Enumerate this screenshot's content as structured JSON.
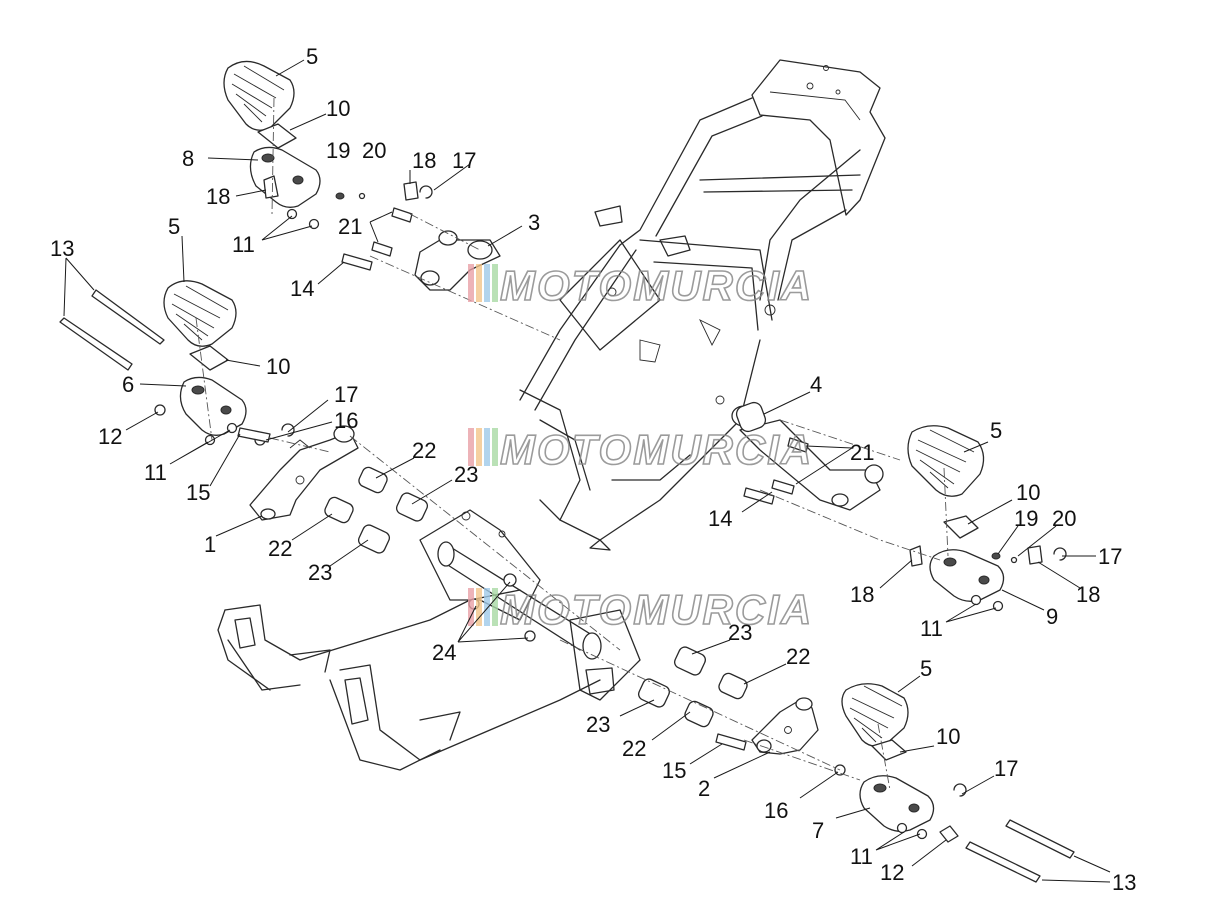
{
  "diagram": {
    "watermark": {
      "text": "MOTOMURCIA",
      "colors": [
        "#e9a0a6",
        "#f3c48a",
        "#9fc9e8",
        "#a9d9a4"
      ]
    },
    "callouts": [
      {
        "id": "c5a",
        "label": "5"
      },
      {
        "id": "c10a",
        "label": "10"
      },
      {
        "id": "c8",
        "label": "8"
      },
      {
        "id": "c19a",
        "label": "19"
      },
      {
        "id": "c20a",
        "label": "20"
      },
      {
        "id": "c18a",
        "label": "18"
      },
      {
        "id": "c17a",
        "label": "17"
      },
      {
        "id": "c18b",
        "label": "18"
      },
      {
        "id": "c11a",
        "label": "11"
      },
      {
        "id": "c21a",
        "label": "21"
      },
      {
        "id": "c3",
        "label": "3"
      },
      {
        "id": "c14a",
        "label": "14"
      },
      {
        "id": "c13a",
        "label": "13"
      },
      {
        "id": "c5b",
        "label": "5"
      },
      {
        "id": "c10b",
        "label": "10"
      },
      {
        "id": "c6",
        "label": "6"
      },
      {
        "id": "c17b",
        "label": "17"
      },
      {
        "id": "c16a",
        "label": "16"
      },
      {
        "id": "c12a",
        "label": "12"
      },
      {
        "id": "c11b",
        "label": "11"
      },
      {
        "id": "c15a",
        "label": "15"
      },
      {
        "id": "c22a",
        "label": "22"
      },
      {
        "id": "c23a",
        "label": "23"
      },
      {
        "id": "c1",
        "label": "1"
      },
      {
        "id": "c22b",
        "label": "22"
      },
      {
        "id": "c23b",
        "label": "23"
      },
      {
        "id": "c4",
        "label": "4"
      },
      {
        "id": "c21b",
        "label": "21"
      },
      {
        "id": "c5c",
        "label": "5"
      },
      {
        "id": "c14b",
        "label": "14"
      },
      {
        "id": "c10c",
        "label": "10"
      },
      {
        "id": "c19b",
        "label": "19"
      },
      {
        "id": "c20b",
        "label": "20"
      },
      {
        "id": "c17c",
        "label": "17"
      },
      {
        "id": "c18c",
        "label": "18"
      },
      {
        "id": "c18d",
        "label": "18"
      },
      {
        "id": "c11c",
        "label": "11"
      },
      {
        "id": "c9",
        "label": "9"
      },
      {
        "id": "c24",
        "label": "24"
      },
      {
        "id": "c23c",
        "label": "23"
      },
      {
        "id": "c22c",
        "label": "22"
      },
      {
        "id": "c5d",
        "label": "5"
      },
      {
        "id": "c23d",
        "label": "23"
      },
      {
        "id": "c22d",
        "label": "22"
      },
      {
        "id": "c10d",
        "label": "10"
      },
      {
        "id": "c15b",
        "label": "15"
      },
      {
        "id": "c2",
        "label": "2"
      },
      {
        "id": "c17d",
        "label": "17"
      },
      {
        "id": "c16b",
        "label": "16"
      },
      {
        "id": "c7",
        "label": "7"
      },
      {
        "id": "c11d",
        "label": "11"
      },
      {
        "id": "c12b",
        "label": "12"
      },
      {
        "id": "c13b",
        "label": "13"
      }
    ]
  }
}
